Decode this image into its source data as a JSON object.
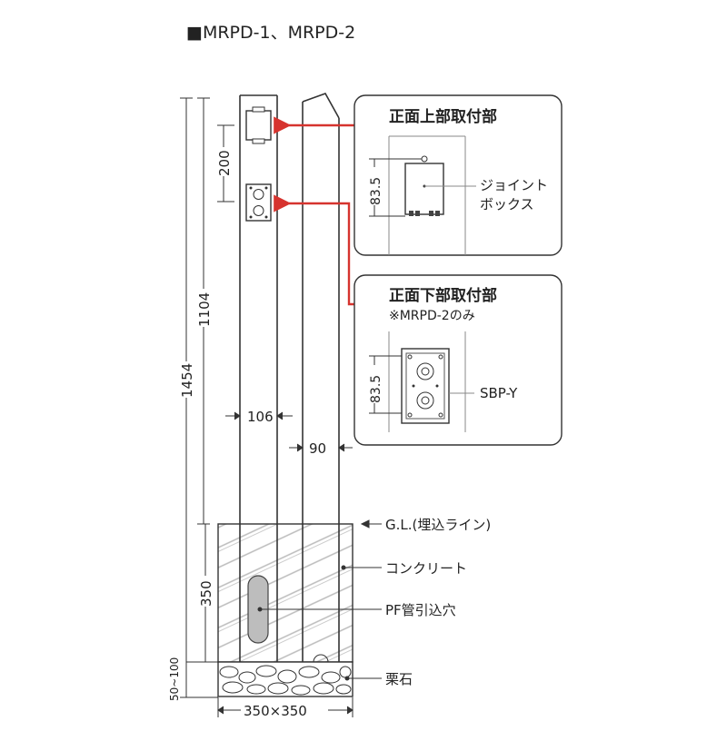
{
  "title": "■MRPD-1、MRPD-2",
  "dimensions": {
    "total_height": "1454",
    "above_ground": "1104",
    "box_spacing": "200",
    "front_width": "106",
    "side_width": "90",
    "buried_depth": "350",
    "gravel_depth": "50~100",
    "base_size": "350×350",
    "box_pitch_upper": "83.5",
    "box_pitch_lower": "83.5"
  },
  "panels": {
    "upper": {
      "title": "正面上部取付部",
      "label_line1": "ジョイント",
      "label_line2": "ボックス"
    },
    "lower": {
      "title": "正面下部取付部",
      "note": "※MRPD-2のみ",
      "label": "SBP-Y"
    }
  },
  "callouts": {
    "ground_line": "G.L.(埋込ライン)",
    "concrete": "コンクリート",
    "pf_hole": "PF管引込穴",
    "gravel": "栗石"
  },
  "colors": {
    "arrow": "#d6332e",
    "line": "#333333",
    "concrete_fill": "#f2f2f2"
  }
}
